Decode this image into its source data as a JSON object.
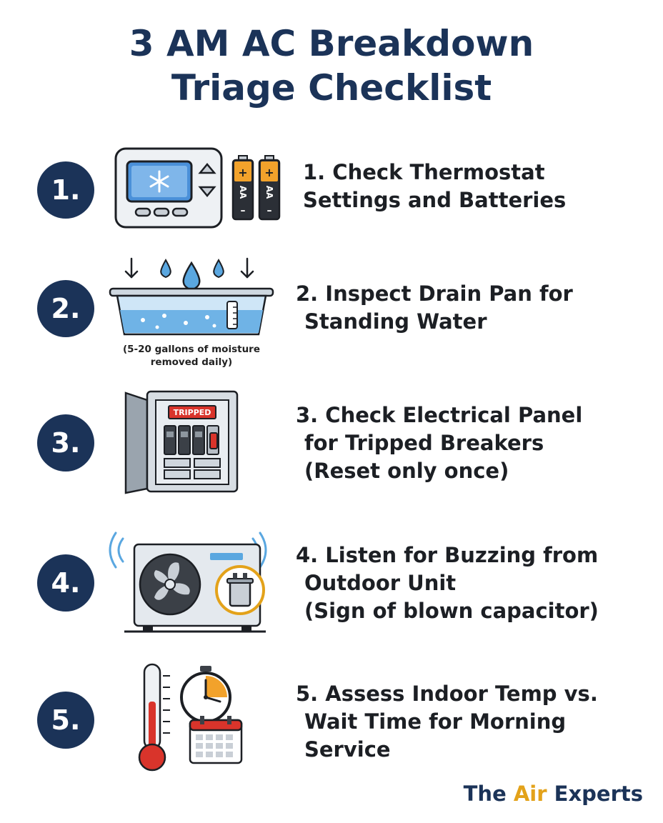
{
  "title": {
    "line1": "3 AM AC Breakdown",
    "line2": "Triage Checklist"
  },
  "steps": [
    {
      "badge": "1.",
      "lines": [
        "1. Check Thermostat",
        "Settings and Batteries"
      ],
      "battery_label": "AA"
    },
    {
      "badge": "2.",
      "lines": [
        "2. Inspect Drain Pan for",
        "Standing Water"
      ],
      "caption": [
        "(5-20 gallons of moisture",
        "removed daily)"
      ]
    },
    {
      "badge": "3.",
      "lines": [
        "3. Check Electrical Panel",
        "for Tripped Breakers",
        "(Reset only once)"
      ],
      "panel_label": "TRIPPED"
    },
    {
      "badge": "4.",
      "lines": [
        "4. Listen for Buzzing from",
        "Outdoor Unit",
        "(Sign of blown capacitor)"
      ]
    },
    {
      "badge": "5.",
      "lines": [
        "5. Assess Indoor Temp vs.",
        "Wait Time for Morning",
        "Service"
      ]
    }
  ],
  "brand": {
    "part1": "The ",
    "part2": "Air",
    "part3": " Experts"
  },
  "colors": {
    "navy": "#1b3358",
    "accent": "#e3a21a",
    "water": "#5aa7e0",
    "alert": "#d9342b"
  },
  "icons": [
    "thermostat-icon",
    "battery-icon",
    "drain-pan-icon",
    "electrical-panel-icon",
    "outdoor-ac-unit-icon",
    "capacitor-icon",
    "thermometer-icon",
    "clock-icon",
    "calendar-icon"
  ]
}
